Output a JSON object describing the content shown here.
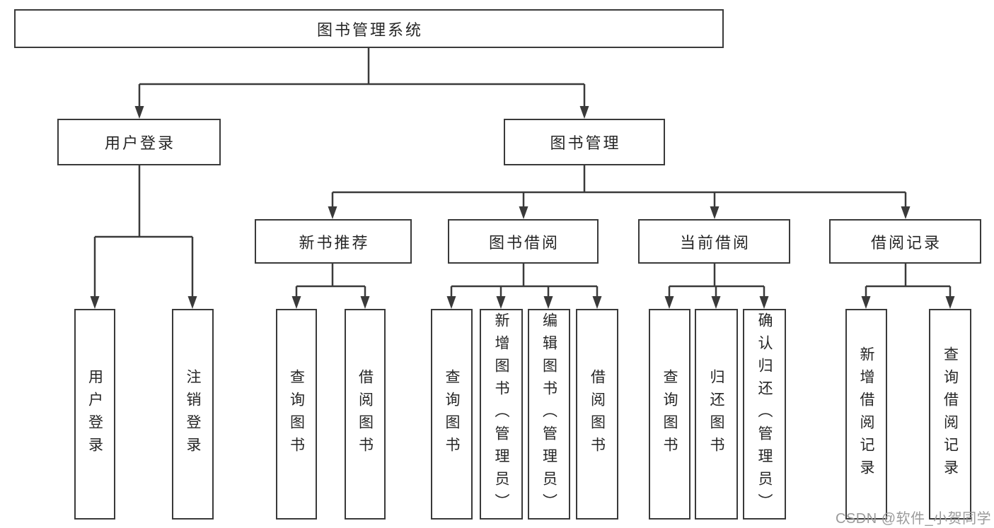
{
  "diagram": {
    "root": {
      "label": "图书管理系统"
    },
    "branches": [
      {
        "label": "用户登录",
        "children": [
          {
            "label": "用户登录"
          },
          {
            "label": "注销登录"
          }
        ]
      },
      {
        "label": "图书管理",
        "children": [
          {
            "label": "新书推荐",
            "children": [
              {
                "label": "查询图书"
              },
              {
                "label": "借阅图书"
              }
            ]
          },
          {
            "label": "图书借阅",
            "children": [
              {
                "label": "查询图书"
              },
              {
                "label": "新增图书（管理员）"
              },
              {
                "label": "编辑图书（管理员）"
              },
              {
                "label": "借阅图书"
              }
            ]
          },
          {
            "label": "当前借阅",
            "children": [
              {
                "label": "查询图书"
              },
              {
                "label": "归还图书"
              },
              {
                "label": "确认归还（管理员）"
              }
            ]
          },
          {
            "label": "借阅记录",
            "children": [
              {
                "label": "新增借阅记录"
              },
              {
                "label": "查询借阅记录"
              }
            ]
          }
        ]
      }
    ]
  },
  "watermark": {
    "text": "CSDN @软件_小贺同学"
  },
  "colors": {
    "line": "#3a3a3a",
    "box_border": "#3a3a3a",
    "text": "#262626",
    "watermark": "#9b9b9b",
    "background": "#ffffff"
  }
}
